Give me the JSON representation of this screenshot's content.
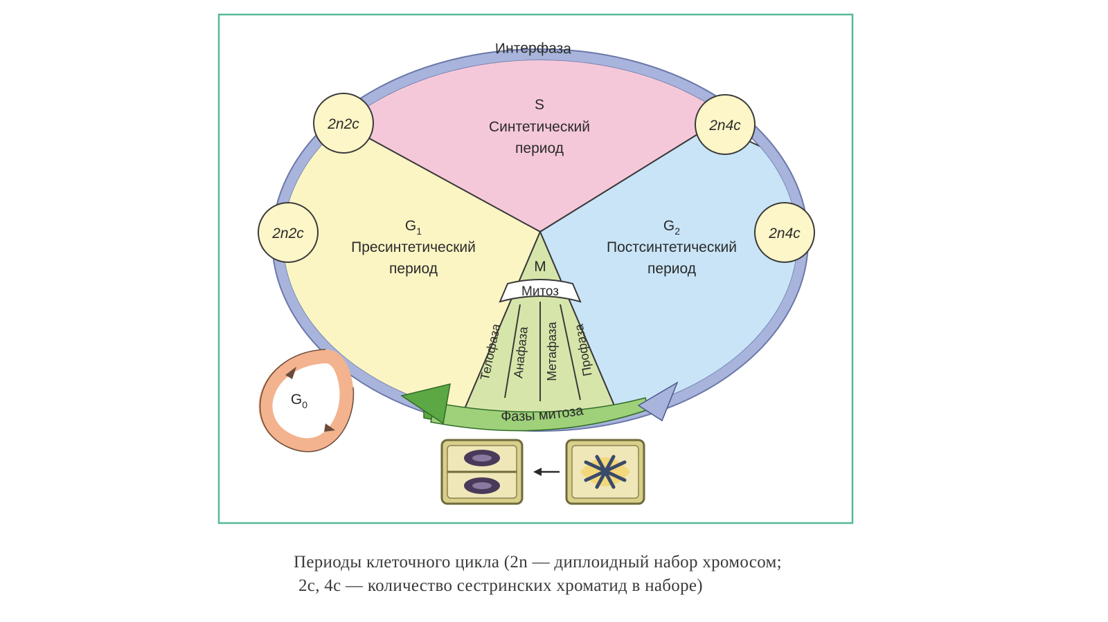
{
  "diagram": {
    "ring_label": "Интерфаза",
    "s_phase": {
      "code": "S",
      "name_line1": "Синтетический",
      "name_line2": "период"
    },
    "g1_phase": {
      "code": "G",
      "sub": "1",
      "name_line1": "Пресинтетический",
      "name_line2": "период"
    },
    "g2_phase": {
      "code": "G",
      "sub": "2",
      "name_line1": "Постсинтетический",
      "name_line2": "период"
    },
    "m_phase": {
      "code": "M",
      "name": "Митоз",
      "stages": [
        "Телофаза",
        "Анафаза",
        "Метафаза",
        "Профаза"
      ]
    },
    "g0": {
      "code": "G",
      "sub": "0"
    },
    "arrow_label": "Фазы    митоза",
    "chromosome_sets": {
      "top_left": "2n2c",
      "left": "2n2c",
      "top_right": "2n4c",
      "right": "2n4c"
    },
    "colors": {
      "frame": "#56b89a",
      "ring": "#a8b4dc",
      "s_fill": "#f5c8d9",
      "g1_fill": "#fbf5c4",
      "g2_fill": "#c9e4f7",
      "m_fill": "#d6e6aa",
      "arrow_green": "#5ca844",
      "g0_loop": "#f2b38e",
      "badge_fill": "#fdf6c8"
    }
  },
  "caption": {
    "line1": "Периоды клеточного цикла (2n — диплоидный набор хромосом;",
    "line2": "2c, 4c — количество сестринских хроматид в наборе)"
  }
}
